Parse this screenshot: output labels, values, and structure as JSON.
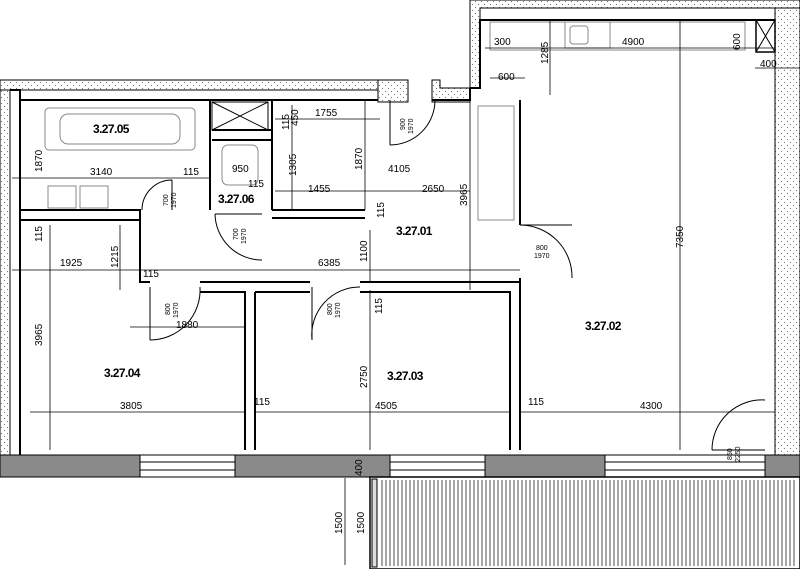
{
  "rooms": {
    "r05": "3.27.05",
    "r06": "3.27.06",
    "r01": "3.27.01",
    "r02": "3.27.02",
    "r03": "3.27.03",
    "r04": "3.27.04"
  },
  "dims": {
    "d300": "300",
    "d4900": "4900",
    "d1285": "1285",
    "d600a": "600",
    "d600b": "600",
    "d400a": "400",
    "d450": "450",
    "d115a": "115",
    "d1755": "1755",
    "d1870a": "1870",
    "d3140": "3140",
    "d115b": "115",
    "d950": "950",
    "d1305": "1305",
    "d1870b": "1870",
    "d4105": "4105",
    "d115c": "115",
    "d1455": "1455",
    "d2650": "2650",
    "d3965a": "3965",
    "d115d": "115",
    "d115e": "115",
    "d1925": "1925",
    "d1215": "1215",
    "d6385": "6385",
    "d1100": "1100",
    "d7350": "7350",
    "d115f": "115",
    "d1880": "1880",
    "d115g": "115",
    "d3965b": "3965",
    "d2750": "2750",
    "d3805": "3805",
    "d115h": "115",
    "d4505": "4505",
    "d115i": "115",
    "d4300": "4300",
    "d400b": "400",
    "d1500a": "1500",
    "d1500b": "1500"
  },
  "doors": {
    "dr1w": "900",
    "dr1h": "1970",
    "dr2w": "700",
    "dr2h": "1970",
    "dr3w": "700",
    "dr3h": "1970",
    "dr4w": "800",
    "dr4h": "1970",
    "dr5w": "800",
    "dr5h": "1970",
    "dr6w": "800",
    "dr6h": "1970",
    "dr7w": "850",
    "dr7h": "2250"
  }
}
